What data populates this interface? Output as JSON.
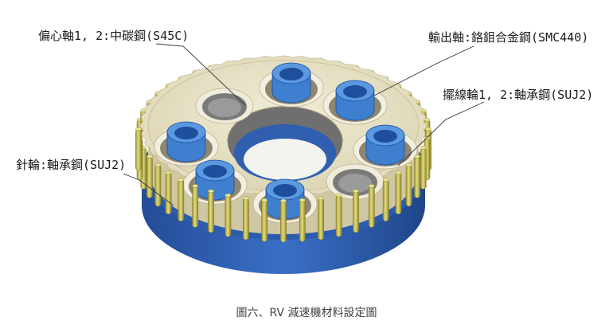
{
  "labels": {
    "eccentric_shaft": "偏心軸1, 2:中碳鋼(S45C)",
    "output_shaft": "輸出軸:鉻鉬合金鋼(SMC440)",
    "cycloid_disc": "擺線輪1, 2:軸承鋼(SUJ2)",
    "pin_wheel": "針輪:軸承鋼(SUJ2)"
  },
  "caption": "圖六、RV 減速機材料設定圖",
  "colors": {
    "cycloid_disc": "#e9e3c9",
    "pins": "#d8cf6a",
    "housing": "#2f5fb3",
    "bushing": "#3e7fd0",
    "eccentric": "#9a9a9a"
  },
  "counts": {
    "pins": 48,
    "blue_bushings": 6,
    "grey_bores": 2
  }
}
